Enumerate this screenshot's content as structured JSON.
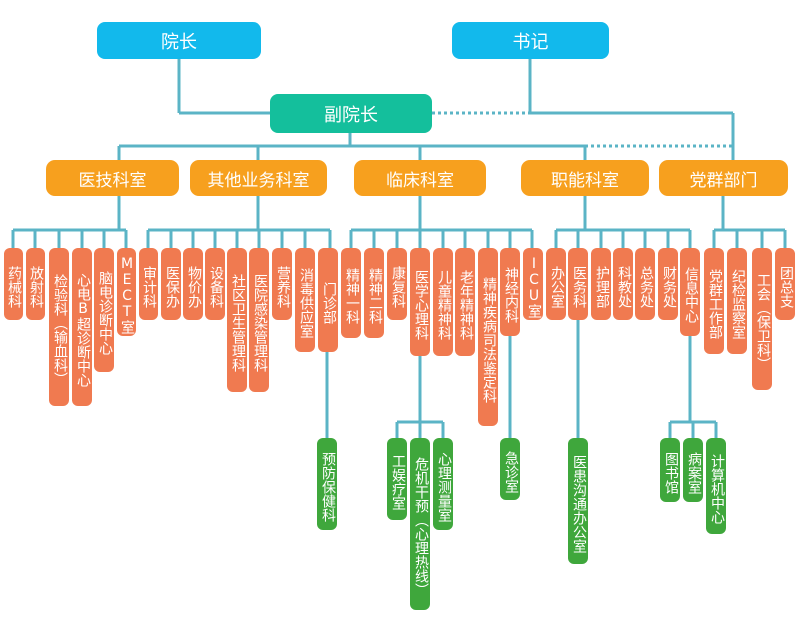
{
  "top": {
    "dean": "院长",
    "secretary": "书记",
    "vice_dean": "副院长"
  },
  "categories": {
    "medtech": "医技科室",
    "other_business": "其他业务科室",
    "clinical": "临床科室",
    "functional": "职能科室",
    "party": "党群部门"
  },
  "medtech_depts": [
    "药械科",
    "放射科",
    "检验科（输血科）",
    "心电B超诊断中心",
    "脑电诊断中心",
    "MECT室"
  ],
  "other_depts": [
    "审计科",
    "医保办",
    "物价办",
    "设备科",
    "社区卫生管理科",
    "医院感染管理科",
    "营养科",
    "消毒供应室",
    "门诊部"
  ],
  "clinical_depts": [
    "精神一科",
    "精神二科",
    "康复科",
    "医学心理科",
    "儿童精神科",
    "老年精神科",
    "精神疾病司法鉴定科",
    "神经内科",
    "ICU室"
  ],
  "functional_depts": [
    "办公室",
    "医务科",
    "护理部",
    "科教处",
    "总务处",
    "财务处",
    "信息中心"
  ],
  "party_depts": [
    "党群工作部",
    "纪检监察室",
    "工会（保卫科）",
    "团总支"
  ],
  "sub_units": {
    "preventive": "预防保健科",
    "recreation": "工娱疗室",
    "crisis": "危机干预（心理热线）",
    "measurement": "心理测量室",
    "emergency": "急诊室",
    "communication": "医患沟通办公室",
    "library": "图书馆",
    "records": "病案室",
    "computer": "计算机中心"
  },
  "colors": {
    "top": "#12b9ec",
    "vice": "#14bf9c",
    "category": "#f7a01e",
    "department": "#f07a50",
    "sub_unit": "#3fa73c",
    "line": "#5bb4c6"
  }
}
